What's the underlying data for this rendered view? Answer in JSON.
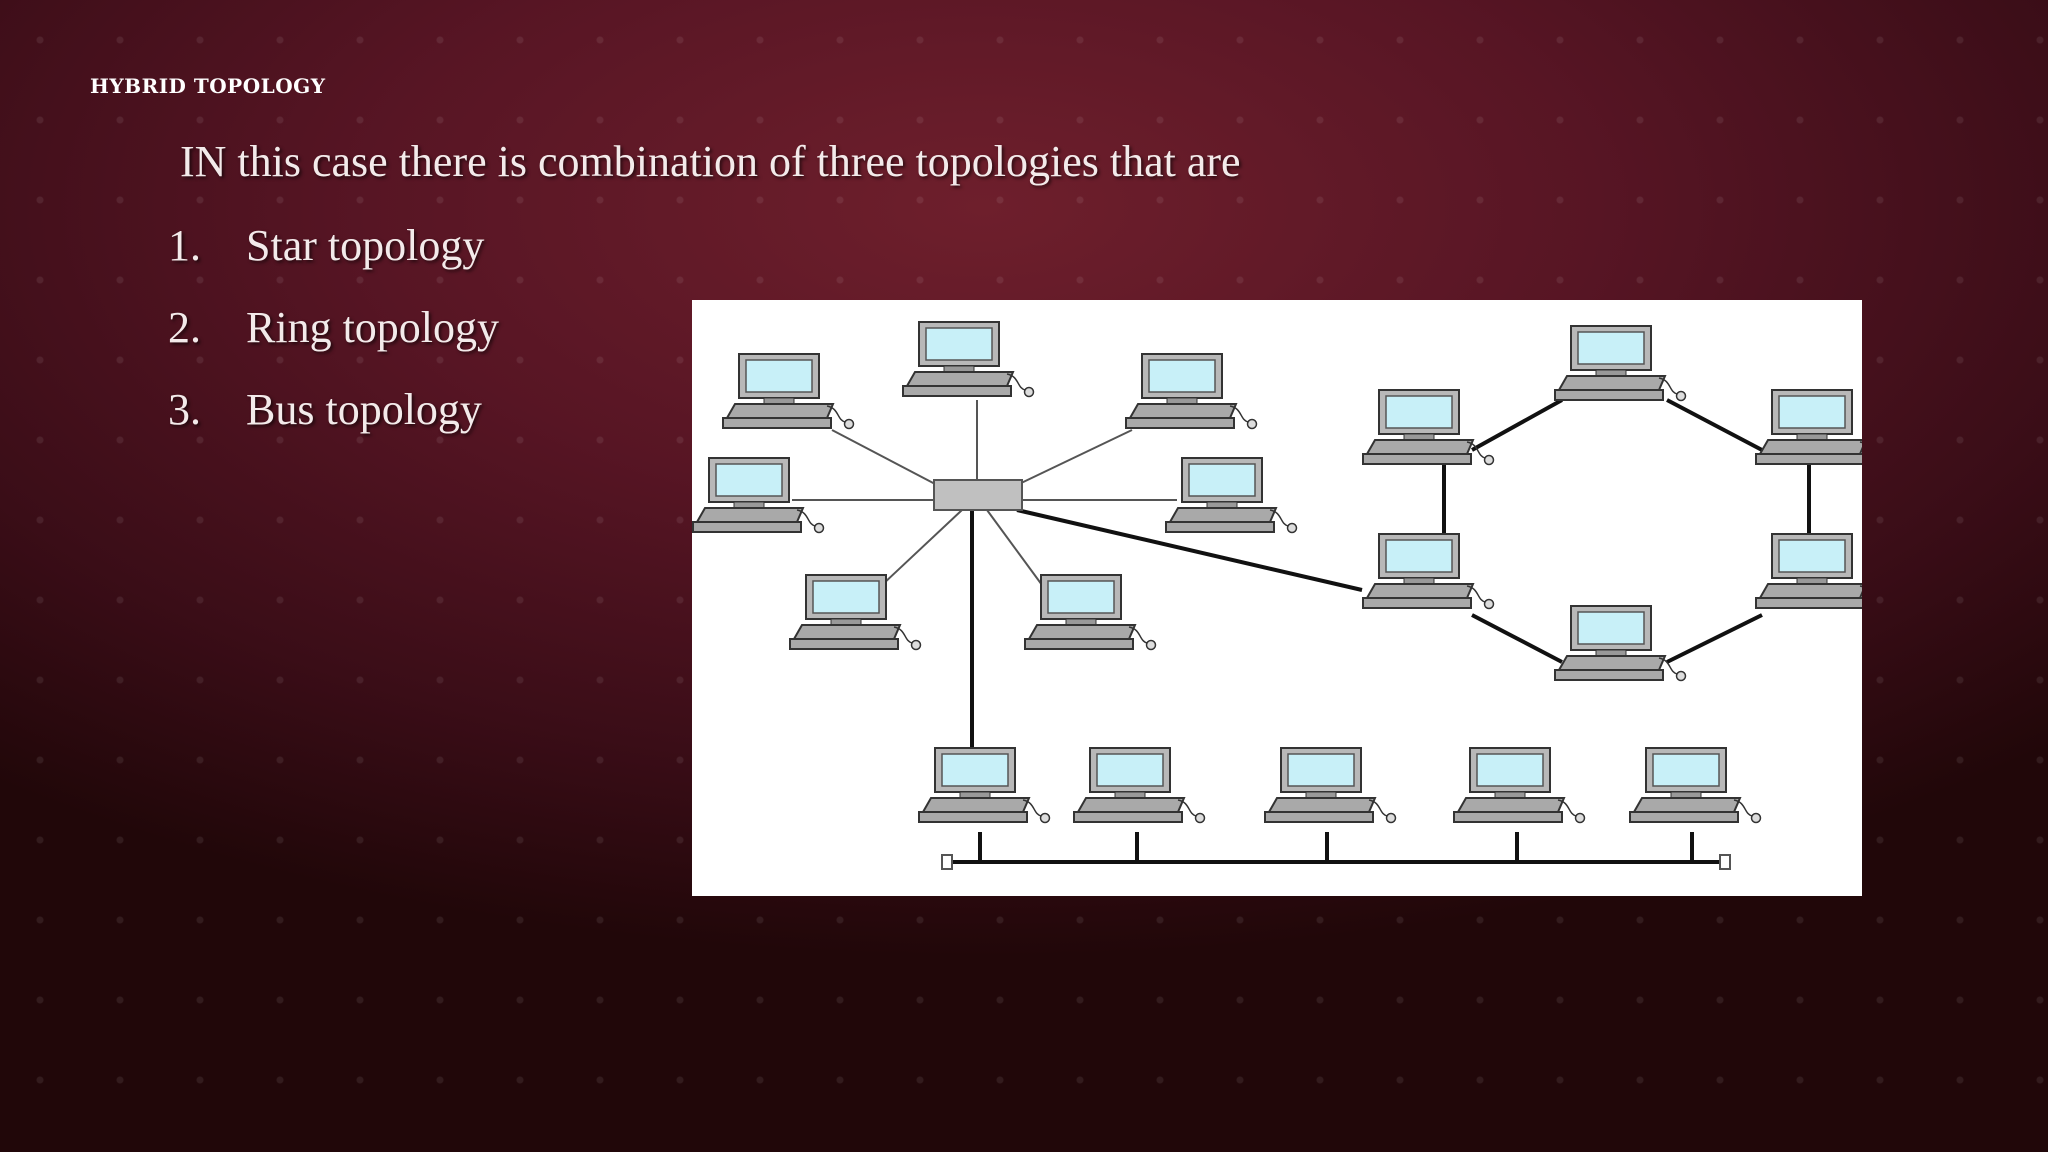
{
  "slide": {
    "title": "HYBRID TOPOLOGY",
    "intro": "IN this case there is combination of three topologies that are",
    "items": [
      {
        "number": "1.",
        "label": "Star topology"
      },
      {
        "number": "2.",
        "label": "Ring topology"
      },
      {
        "number": "3.",
        "label": "Bus topology"
      }
    ]
  },
  "colors": {
    "background": "#571524",
    "text": "#f3eaea",
    "screen": "#c8f0f8",
    "device": "#a9a9a9"
  },
  "diagram": {
    "icons": [
      "computer-icon",
      "hub-icon",
      "bus-terminator-icon"
    ]
  }
}
